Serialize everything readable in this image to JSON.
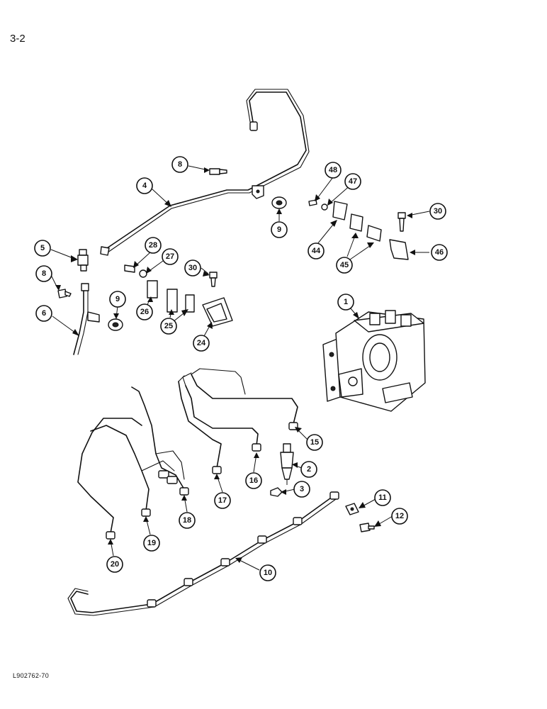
{
  "page": {
    "number": "3-2",
    "figure_code": "L902762-70"
  },
  "callouts": {
    "c1": "1",
    "c2": "2",
    "c3": "3",
    "c4": "4",
    "c5": "5",
    "c6": "6",
    "c8a": "8",
    "c8b": "8",
    "c9a": "9",
    "c9b": "9",
    "c10": "10",
    "c11": "11",
    "c12": "12",
    "c15": "15",
    "c16": "16",
    "c17": "17",
    "c18": "18",
    "c19": "19",
    "c20": "20",
    "c24": "24",
    "c25": "25",
    "c26": "26",
    "c27": "27",
    "c28": "28",
    "c30a": "30",
    "c30b": "30",
    "c44": "44",
    "c45": "45",
    "c46": "46",
    "c47": "47",
    "c48": "48"
  }
}
